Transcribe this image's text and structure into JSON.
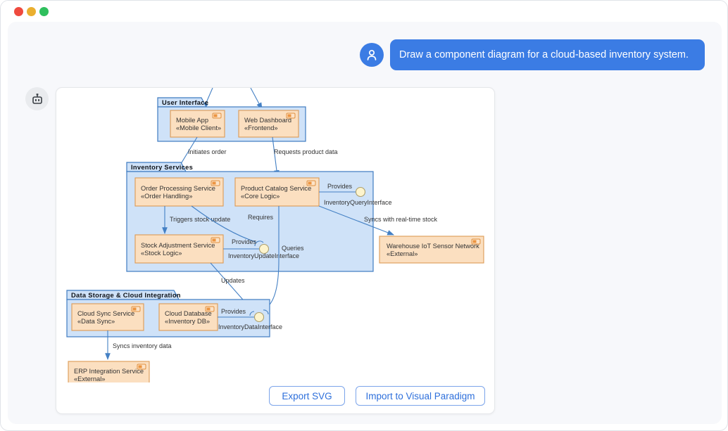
{
  "window": {
    "traffic_lights": [
      "close",
      "minimize",
      "fullscreen"
    ]
  },
  "chat": {
    "user_message": "Draw a component diagram for a cloud-based inventory system."
  },
  "actions": {
    "export_svg": "Export SVG",
    "import_vp": "Import to Visual Paradigm"
  },
  "diagram": {
    "packages": [
      {
        "name": "User Interface",
        "components": [
          {
            "name": "Mobile App",
            "stereotype": "«Mobile Client»"
          },
          {
            "name": "Web Dashboard",
            "stereotype": "«Frontend»"
          }
        ]
      },
      {
        "name": "Inventory Services",
        "components": [
          {
            "name": "Order Processing Service",
            "stereotype": "«Order Handling»"
          },
          {
            "name": "Product Catalog Service",
            "stereotype": "«Core Logic»"
          },
          {
            "name": "Stock Adjustment Service",
            "stereotype": "«Stock Logic»"
          }
        ]
      },
      {
        "name": "Data Storage & Cloud Integration",
        "components": [
          {
            "name": "Cloud Sync Service",
            "stereotype": "«Data Sync»"
          },
          {
            "name": "Cloud Database",
            "stereotype": "«Inventory DB»"
          }
        ]
      }
    ],
    "external": [
      {
        "name": "Warehouse IoT Sensor Network",
        "stereotype": "«External»"
      },
      {
        "name": "ERP Integration Service",
        "stereotype": "«External»"
      }
    ],
    "interfaces": [
      {
        "name": "InventoryQueryInterface"
      },
      {
        "name": "InventoryUpdateInterface"
      },
      {
        "name": "InventoryDataInterface"
      }
    ],
    "labels": {
      "initiates_order": "Initiates order",
      "requests_product_data": "Requests product data",
      "triggers_stock_update": "Triggers stock update",
      "requires": "Requires",
      "provides_query": "Provides",
      "provides_update": "Provides",
      "provides_data": "Provides",
      "queries": "Queries",
      "updates": "Updates",
      "syncs_realtime": "Syncs with real-time stock",
      "syncs_inventory": "Syncs inventory data"
    }
  },
  "colors": {
    "accent_blue": "#3b7ce4",
    "package_fill": "#cfe2f8",
    "package_border": "#3f7cc1",
    "component_fill": "#fbdfc0",
    "component_border": "#dd9a55",
    "interface_fill": "#fdf4cd",
    "edge": "#4480c4",
    "button_text": "#2d6fdb"
  }
}
